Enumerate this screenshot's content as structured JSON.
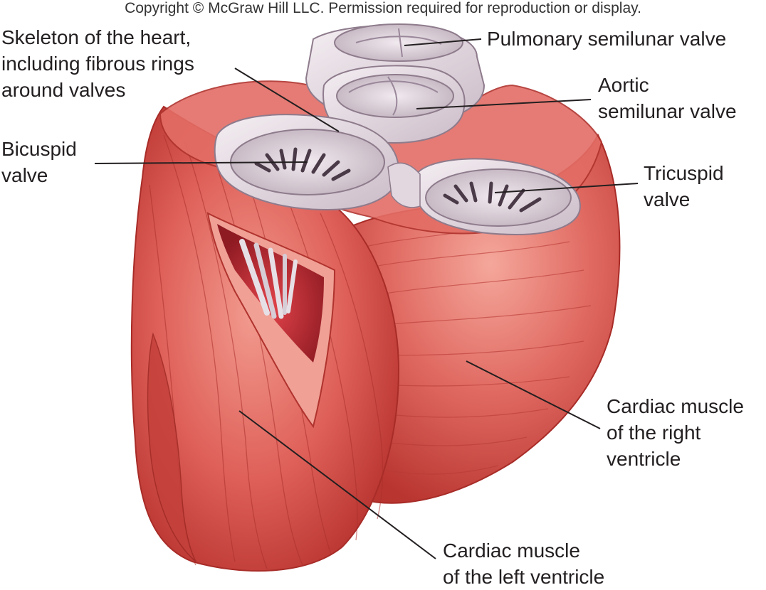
{
  "copyright": "Copyright © McGraw Hill LLC. Permission required for reproduction or display.",
  "labels": {
    "skeleton": [
      "Skeleton of the heart,",
      "including fibrous rings",
      "around valves"
    ],
    "bicuspid": [
      "Bicuspid",
      "valve"
    ],
    "pulmonary": [
      "Pulmonary semilunar valve"
    ],
    "aortic": [
      "Aortic",
      "semilunar valve"
    ],
    "tricuspid": [
      "Tricuspid",
      "valve"
    ],
    "right_ventricle": [
      "Cardiac muscle",
      "of the right",
      "ventricle"
    ],
    "left_ventricle": [
      "Cardiac muscle",
      "of the left ventricle"
    ]
  },
  "colors": {
    "muscle": "#d9524e",
    "muscle_dark": "#b8332f",
    "muscle_light": "#ef8a80",
    "fibrous_skeleton": "#e4d7e0",
    "fibrous_shadow": "#b9a7b6",
    "leader_line": "#231f20"
  }
}
